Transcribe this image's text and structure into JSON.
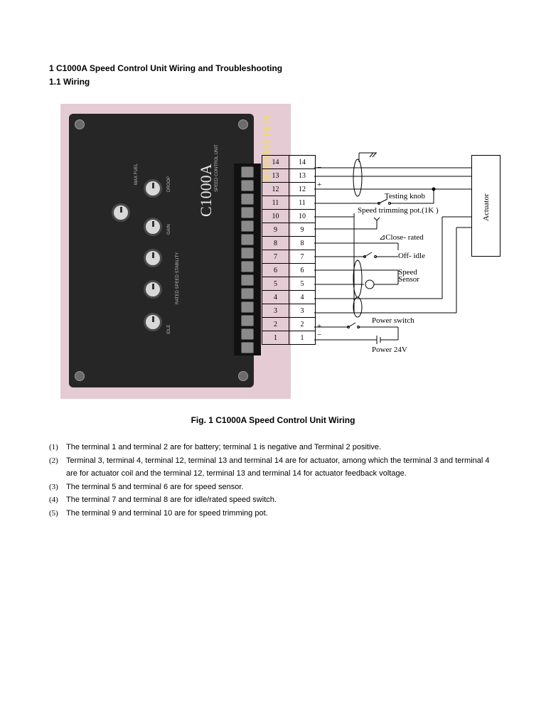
{
  "heading": {
    "section": "1 C1000A Speed Control Unit Wiring and Troubleshooting",
    "subsection": "1.1 Wiring"
  },
  "photo": {
    "model": "C1000A",
    "board_subtitle": "SPEED CONTROL UNIT",
    "knob_labels": [
      "MAX FUEL",
      "DROOP",
      "GAIN",
      "RATED SPEED STABILITY",
      "IDLE"
    ],
    "datestamp": "2010/03/12 18:28"
  },
  "terminal_table": {
    "rows": [
      {
        "left": "14",
        "right": "14"
      },
      {
        "left": "13",
        "right": "13"
      },
      {
        "left": "12",
        "right": "12"
      },
      {
        "left": "11",
        "right": "11"
      },
      {
        "left": "10",
        "right": "10"
      },
      {
        "left": "9",
        "right": "9"
      },
      {
        "left": "8",
        "right": "8"
      },
      {
        "left": "7",
        "right": "7"
      },
      {
        "left": "6",
        "right": "6"
      },
      {
        "left": "5",
        "right": "5"
      },
      {
        "left": "4",
        "right": "4"
      },
      {
        "left": "3",
        "right": "3"
      },
      {
        "left": "2",
        "right": "2"
      },
      {
        "left": "1",
        "right": "1"
      }
    ]
  },
  "diagram_labels": {
    "actuator": "Actuator",
    "testing_knob": "Testing knob",
    "speed_trimming_pot": "Speed trimming pot.(1K )",
    "close_rated": "Close- rated",
    "off_idle": "Off- idle",
    "speed": "Speed",
    "sensor": "Sensor",
    "power_switch": "Power switch",
    "power_24v": "Power 24V",
    "minus": "−",
    "plus": "+"
  },
  "caption": "Fig. 1 C1000A Speed Control Unit Wiring",
  "items": [
    {
      "num": "(1)",
      "text": "The terminal 1 and terminal 2 are for battery; terminal 1 is negative and Terminal 2 positive."
    },
    {
      "num": "(2)",
      "text": "Terminal 3, terminal 4, terminal 12, terminal 13 and terminal 14 are for actuator, among which the terminal 3 and terminal 4 are for actuator coil and the terminal 12, terminal 13 and terminal 14 for actuator feedback voltage."
    },
    {
      "num": "(3)",
      "text": "The terminal 5 and terminal 6 are for speed sensor."
    },
    {
      "num": "(4)",
      "text": "The terminal 7 and terminal 8 are for idle/rated speed switch."
    },
    {
      "num": "(5)",
      "text": "The terminal 9 and terminal 10 are for speed trimming pot."
    }
  ]
}
